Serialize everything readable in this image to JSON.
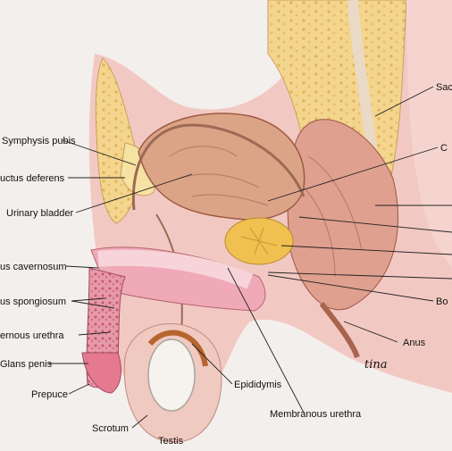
{
  "diagram": {
    "labels": {
      "symphysis_pubis": "Symphysis pubis",
      "ductus_deferens": "uctus deferens",
      "urinary_bladder": "Urinary bladder",
      "corpus_cavernosum": "us cavernosum",
      "corpus_spongiosum": "us spongiosum",
      "spongy_urethra": "ernous urethra",
      "glans_penis": "Glans penis",
      "prepuce": "Prepuce",
      "scrotum": "Scrotum",
      "testis": "Testis",
      "epididymis": "Epididymis",
      "membranous_urethra": "Membranous urethra",
      "anus": "Anus",
      "sacrum": "Sac",
      "coccyx": "C",
      "bulbourethral": "Bo"
    },
    "signature": "tina"
  }
}
